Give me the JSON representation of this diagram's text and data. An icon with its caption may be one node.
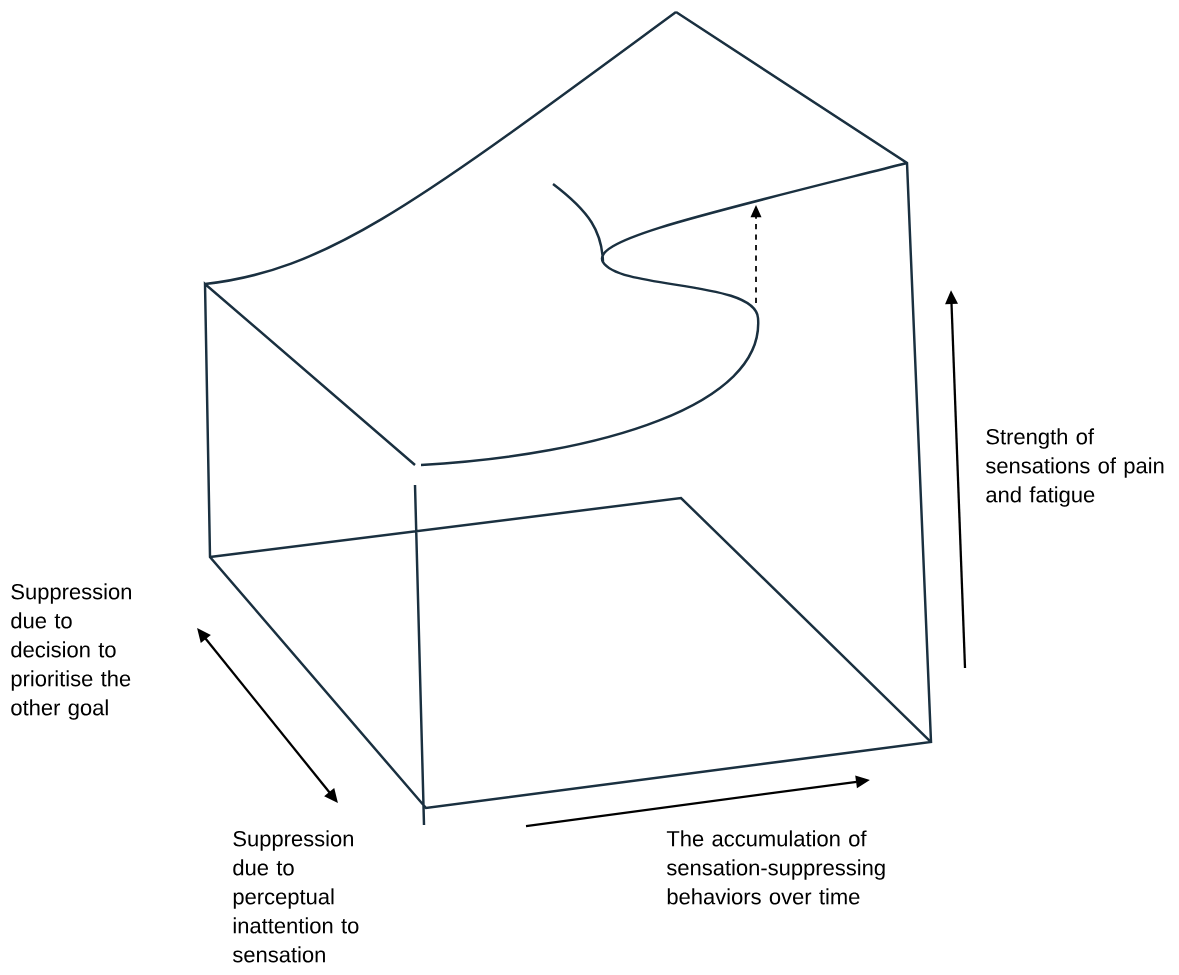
{
  "diagram": {
    "labels": [
      "Strength of sensations of pain and fatigue",
      "Suppression due to decision to prioritise the other goal",
      "Suppression due to perceptual inattention to sensation",
      "The accumulation of sensation-suppressing behaviors over time"
    ]
  }
}
